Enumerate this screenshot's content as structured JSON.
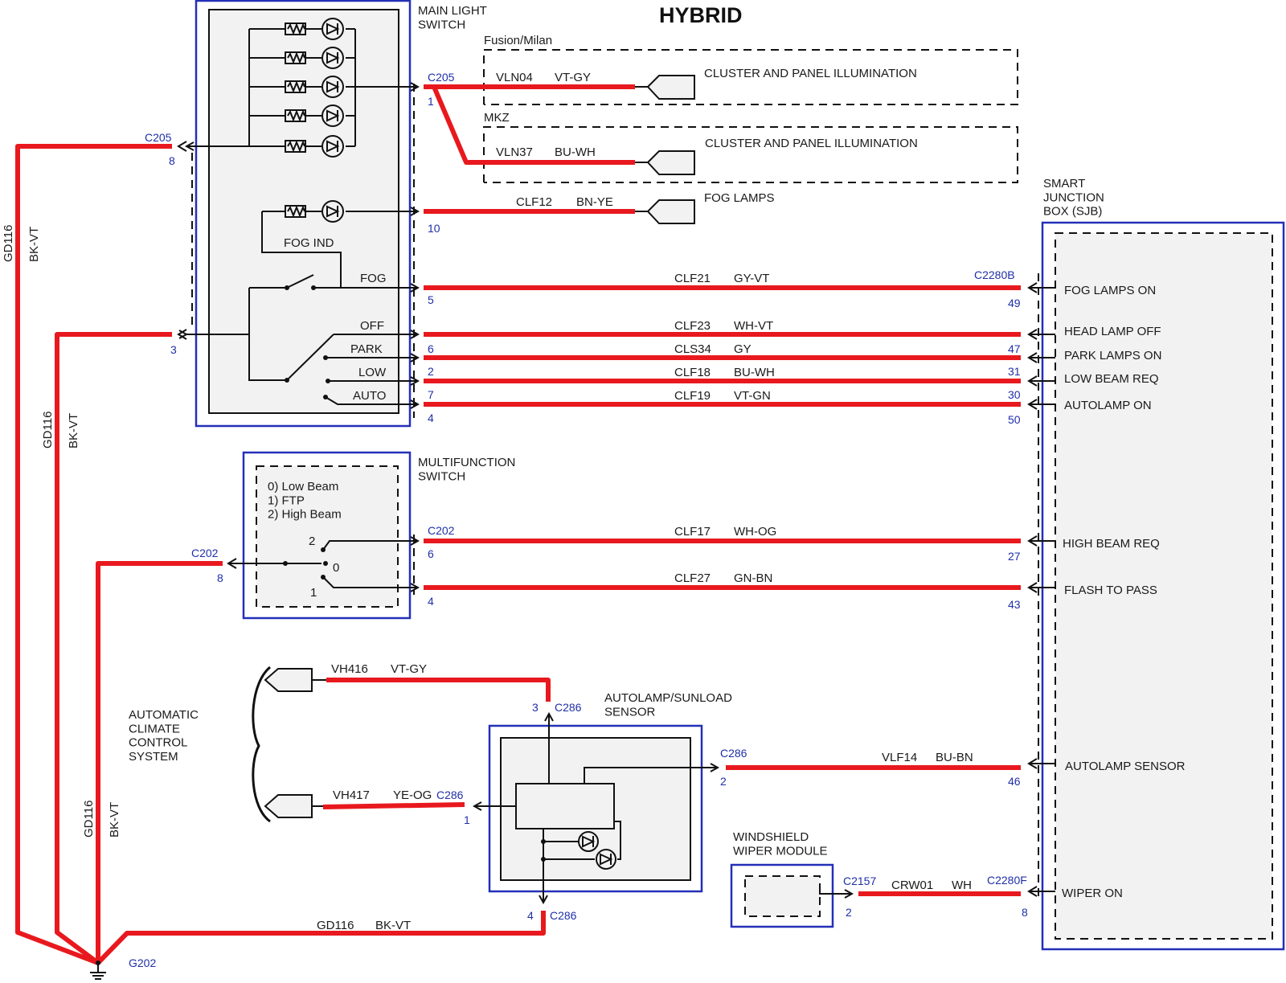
{
  "title": "HYBRID",
  "components": {
    "main_light_switch": "MAIN LIGHT\nSWITCH",
    "multifunction_switch": "MULTIFUNCTION\nSWITCH",
    "autolamp_sensor": "AUTOLAMP/SUNLOAD\nSENSOR",
    "windshield_wiper_module": "WINDSHIELD\nWIPER MODULE",
    "sjb": "SMART\nJUNCTION\nBOX (SJB)",
    "climate": "AUTOMATIC\nCLIMATE\nCONTROL\nSYSTEM"
  },
  "switch_labels": {
    "fog_ind": "FOG IND",
    "fog": "FOG",
    "off": "OFF",
    "park": "PARK",
    "low": "LOW",
    "auto": "AUTO",
    "mfs_positions": "0) Low Beam\n1) FTP\n2) High Beam",
    "pos_2": "2",
    "pos_0": "0",
    "pos_1": "1"
  },
  "variants": {
    "fusion_milan": "Fusion/Milan",
    "mkz": "MKZ"
  },
  "destinations": {
    "cluster_1": "CLUSTER AND PANEL ILLUMINATION",
    "cluster_2": "CLUSTER AND PANEL ILLUMINATION",
    "fog_lamps": "FOG LAMPS"
  },
  "sjb_pins": {
    "fog_lamps_on": "FOG LAMPS ON",
    "head_lamp_off": "HEAD LAMP OFF",
    "park_lamps_on": "PARK LAMPS ON",
    "low_beam_req": "LOW BEAM REQ",
    "autolamp_on": "AUTOLAMP ON",
    "high_beam_req": "HIGH BEAM REQ",
    "flash_to_pass": "FLASH TO PASS",
    "autolamp_sensor": "AUTOLAMP SENSOR",
    "wiper_on": "WIPER ON"
  },
  "circuits": {
    "vln04": {
      "circuit": "VLN04",
      "color": "VT-GY"
    },
    "vln37": {
      "circuit": "VLN37",
      "color": "BU-WH"
    },
    "clf12": {
      "circuit": "CLF12",
      "color": "BN-YE"
    },
    "clf21": {
      "circuit": "CLF21",
      "color": "GY-VT"
    },
    "clf23": {
      "circuit": "CLF23",
      "color": "WH-VT"
    },
    "cls34": {
      "circuit": "CLS34",
      "color": "GY"
    },
    "clf18": {
      "circuit": "CLF18",
      "color": "BU-WH"
    },
    "clf19": {
      "circuit": "CLF19",
      "color": "VT-GN"
    },
    "clf17": {
      "circuit": "CLF17",
      "color": "WH-OG"
    },
    "clf27": {
      "circuit": "CLF27",
      "color": "GN-BN"
    },
    "vh416": {
      "circuit": "VH416",
      "color": "VT-GY"
    },
    "vh417": {
      "circuit": "VH417",
      "color": "YE-OG"
    },
    "vlf14": {
      "circuit": "VLF14",
      "color": "BU-BN"
    },
    "crw01": {
      "circuit": "CRW01",
      "color": "WH"
    },
    "gd116": {
      "circuit": "GD116",
      "color": "BK-VT"
    }
  },
  "connectors": {
    "c205": "C205",
    "c202": "C202",
    "c286": "C286",
    "c2280b": "C2280B",
    "c2280f": "C2280F",
    "c2157": "C2157",
    "g202": "G202"
  },
  "pins": {
    "c205_1": "1",
    "c205_8": "8",
    "c205_10": "10",
    "c205_5": "5",
    "c205_3": "3",
    "c205_6": "6",
    "c205_2": "2",
    "c205_7": "7",
    "c205_4": "4",
    "sjb_49": "49",
    "sjb_47": "47",
    "sjb_31": "31",
    "sjb_30": "30",
    "sjb_50": "50",
    "c202_6": "6",
    "c202_4": "4",
    "c202_8": "8",
    "sjb_27": "27",
    "sjb_43": "43",
    "c286_3": "3",
    "c286_1": "1",
    "c286_2": "2",
    "c286_4": "4",
    "sjb_46": "46",
    "c2157_2": "2",
    "c2280f_8": "8"
  },
  "colors": {
    "wire": "#e8191e",
    "connector_text": "#1f2fa8",
    "module_outline": "#2330b8"
  }
}
